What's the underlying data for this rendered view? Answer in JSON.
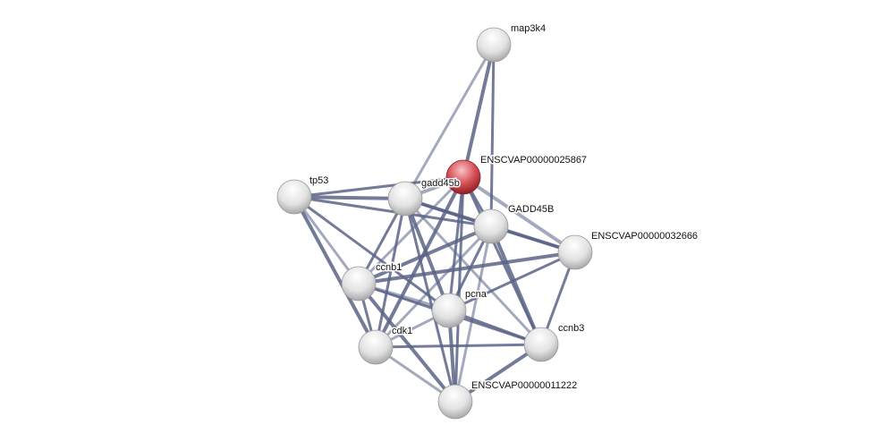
{
  "network": {
    "nodes": [
      {
        "id": "map3k4",
        "label": "map3k4",
        "query": false
      },
      {
        "id": "ENSCVAP00000025867",
        "label": "ENSCVAP00000025867",
        "query": true
      },
      {
        "id": "tp53",
        "label": "tp53",
        "query": false
      },
      {
        "id": "gadd45b",
        "label": "gadd45b",
        "query": false
      },
      {
        "id": "GADD45B",
        "label": "GADD45B",
        "query": false
      },
      {
        "id": "ENSCVAP00000032666",
        "label": "ENSCVAP00000032666",
        "query": false
      },
      {
        "id": "ccnb1",
        "label": "ccnb1",
        "query": false
      },
      {
        "id": "pcna",
        "label": "pcna",
        "query": false
      },
      {
        "id": "cdk1",
        "label": "cdk1",
        "query": false
      },
      {
        "id": "ccnb3",
        "label": "ccnb3",
        "query": false
      },
      {
        "id": "ENSCVAP00000011222",
        "label": "ENSCVAP00000011222",
        "query": false
      }
    ],
    "edges": [
      [
        "map3k4",
        "ENSCVAP00000025867"
      ],
      [
        "map3k4",
        "gadd45b"
      ],
      [
        "map3k4",
        "GADD45B"
      ],
      [
        "tp53",
        "gadd45b"
      ],
      [
        "tp53",
        "GADD45B"
      ],
      [
        "tp53",
        "ccnb1"
      ],
      [
        "tp53",
        "cdk1"
      ],
      [
        "tp53",
        "pcna"
      ],
      [
        "tp53",
        "ENSCVAP00000025867"
      ],
      [
        "gadd45b",
        "ENSCVAP00000025867"
      ],
      [
        "gadd45b",
        "ccnb1"
      ],
      [
        "gadd45b",
        "cdk1"
      ],
      [
        "gadd45b",
        "pcna"
      ],
      [
        "gadd45b",
        "ccnb3"
      ],
      [
        "gadd45b",
        "GADD45B"
      ],
      [
        "gadd45b",
        "ENSCVAP00000032666"
      ],
      [
        "gadd45b",
        "ENSCVAP00000011222"
      ],
      [
        "ENSCVAP00000025867",
        "ccnb1"
      ],
      [
        "ENSCVAP00000025867",
        "cdk1"
      ],
      [
        "ENSCVAP00000025867",
        "pcna"
      ],
      [
        "ENSCVAP00000025867",
        "GADD45B"
      ],
      [
        "ENSCVAP00000025867",
        "ENSCVAP00000032666"
      ],
      [
        "ENSCVAP00000025867",
        "ccnb3"
      ],
      [
        "ENSCVAP00000025867",
        "ENSCVAP00000011222"
      ],
      [
        "GADD45B",
        "ccnb1"
      ],
      [
        "GADD45B",
        "cdk1"
      ],
      [
        "GADD45B",
        "pcna"
      ],
      [
        "GADD45B",
        "ccnb3"
      ],
      [
        "GADD45B",
        "ENSCVAP00000032666"
      ],
      [
        "GADD45B",
        "ENSCVAP00000011222"
      ],
      [
        "ENSCVAP00000032666",
        "ccnb1"
      ],
      [
        "ENSCVAP00000032666",
        "pcna"
      ],
      [
        "ENSCVAP00000032666",
        "ccnb3"
      ],
      [
        "ccnb1",
        "pcna"
      ],
      [
        "ccnb1",
        "cdk1"
      ],
      [
        "ccnb1",
        "ccnb3"
      ],
      [
        "ccnb1",
        "ENSCVAP00000011222"
      ],
      [
        "pcna",
        "cdk1"
      ],
      [
        "pcna",
        "ccnb3"
      ],
      [
        "pcna",
        "ENSCVAP00000011222"
      ],
      [
        "cdk1",
        "ccnb3"
      ],
      [
        "cdk1",
        "ENSCVAP00000011222"
      ],
      [
        "ccnb3",
        "ENSCVAP00000011222"
      ]
    ],
    "colors": {
      "edge": "#5a6487",
      "node": "#e6e6e6",
      "query_node": "#d9525a"
    }
  }
}
